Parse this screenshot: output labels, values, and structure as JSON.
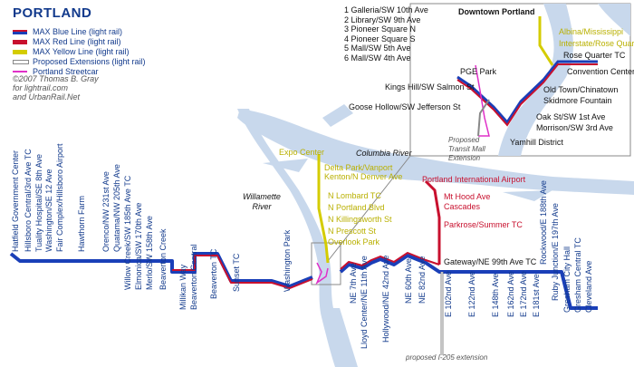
{
  "title": "PORTLAND",
  "legend": [
    {
      "label": "MAX Blue Line (light rail)",
      "color": "#1a3fb8",
      "accent": "#c8102e"
    },
    {
      "label": "MAX Red Line (light rail)",
      "color": "#c8102e",
      "accent": "#c8102e"
    },
    {
      "label": "MAX Yellow Line (light rail)",
      "color": "#d4cc00",
      "accent": "#d4cc00"
    },
    {
      "label": "Proposed Extensions (light rail)",
      "color": "#ffffff",
      "accent": "#888888"
    },
    {
      "label": "Portland Streetcar",
      "color": "#e030c8",
      "accent": "#e030c8"
    }
  ],
  "credit": [
    "©2007  Thomas B. Gray",
    "for lightrail.com",
    "and UrbanRail.Net"
  ],
  "downtown_key": [
    "1 Galleria/SW 10th Ave",
    "2 Library/SW 9th Ave",
    "3 Pioneer Square N",
    "4 Pioneer Square S",
    "5 Mall/SW 5th Ave",
    "6 Mall/SW 4th Ave"
  ],
  "downtown_title": "Downtown Portland",
  "rivers": {
    "columbia": "Columbia River",
    "willamette": "Willamette\nRiver"
  },
  "notes": {
    "transit_mall": "Proposed\nTransit Mall\nExtension",
    "i205": "proposed I-205 extension"
  },
  "blue_west_stations": [
    "Hatfield Government Center",
    "Hillsboro Central/3rd Ave TC",
    "Tuality Hospital/SE 8th Ave",
    "Washington/SE 12 Ave",
    "Fair Complex/Hillsboro Airport",
    "Hawthorn Farm",
    "Orenco/NW 231st Ave",
    "Quatama/NW 205th Ave",
    "Willow Creek/SW 185th Ave TC",
    "Elmonica/SW 170th Ave",
    "Merlo/SW 158th Ave",
    "Beaverton Creek",
    "Millikan Way",
    "Beaverton Central",
    "Beaverton TC",
    "Sunset TC",
    "Washington Park"
  ],
  "east_stations": [
    "NE 7th Ave",
    "Lloyd Center/NE 11th Ave",
    "Hollywood/NE 42nd Ave",
    "NE 60th Ave",
    "NE 82nd Ave"
  ],
  "blue_east_stations": [
    "E 102nd Ave",
    "E 122nd Ave",
    "E 148th Ave",
    "E 162nd Ave",
    "E 172nd Ave",
    "E 181st Ave",
    "Rockwood/E 188th Ave",
    "Ruby Junction/E 197th Ave",
    "Gresham City Hall",
    "Gresham Central TC",
    "Cleveland Ave"
  ],
  "gateway": "Gateway/NE 99th Ave TC",
  "red_stations": [
    "Portland International Airport",
    "Mt Hood Ave",
    "Cascades",
    "Parkrose/Summer TC"
  ],
  "yellow_stations": [
    "Expo Center",
    "Delta Park/Vanport",
    "Kenton/N Denver Ave",
    "N Lombard TC",
    "N Portland Blvd",
    "N Killingsworth St",
    "N Prescott St",
    "Overlook Park"
  ],
  "downtown_stations": [
    "Albina/Mississippi",
    "Interstate/Rose Quarter",
    "Rose Quarter TC",
    "Convention Center",
    "PGE Park",
    "Kings Hill/SW Salmon St",
    "Goose Hollow/SW Jefferson St",
    "Old Town/Chinatown",
    "Skidmore Fountain",
    "Oak St/SW 1st Ave",
    "Morrison/SW 3rd Ave",
    "Yamhill District"
  ],
  "colors": {
    "blue": "#1a3fb8",
    "red": "#c8102e",
    "yellow": "#d4cc00",
    "streetcar": "#e030c8",
    "water": "#c8d8ec",
    "label": "#123a8c"
  }
}
